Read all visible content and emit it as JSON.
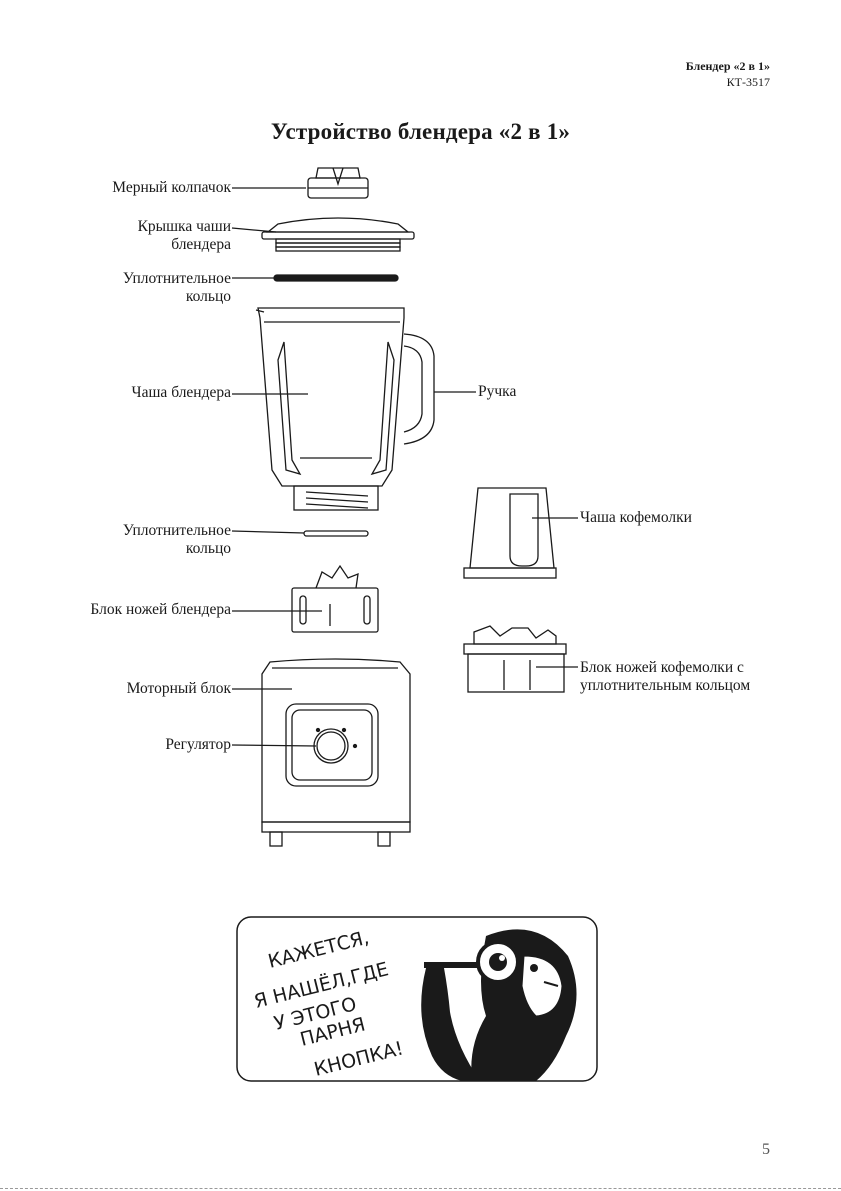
{
  "header": {
    "product": "Блендер «2 в 1»",
    "model": "КТ-3517"
  },
  "title": "Устройство блендера «2 в 1»",
  "labels": {
    "measuring_cap": "Мерный колпачок",
    "jar_lid_1": "Крышка чаши",
    "jar_lid_2": "блендера",
    "seal_ring_top_1": "Уплотнительное",
    "seal_ring_top_2": "кольцо",
    "blender_jar": "Чаша блендера",
    "handle": "Ручка",
    "seal_ring_bottom_1": "Уплотнительное",
    "seal_ring_bottom_2": "кольцо",
    "grinder_cup": "Чаша кофемолки",
    "blender_blade_unit": "Блок ножей блендера",
    "grinder_blade_unit_1": "Блок ножей кофемолки с",
    "grinder_blade_unit_2": "уплотнительным кольцом",
    "motor_unit": "Моторный блок",
    "regulator": "Регулятор"
  },
  "banner": {
    "line1": "КАЖЕТСЯ,",
    "line2": "Я НАШЁЛ,ГДЕ",
    "line3": "У ЭТОГО",
    "line4": "ПАРНЯ",
    "line5": "КНОПКА!"
  },
  "page_number": "5"
}
